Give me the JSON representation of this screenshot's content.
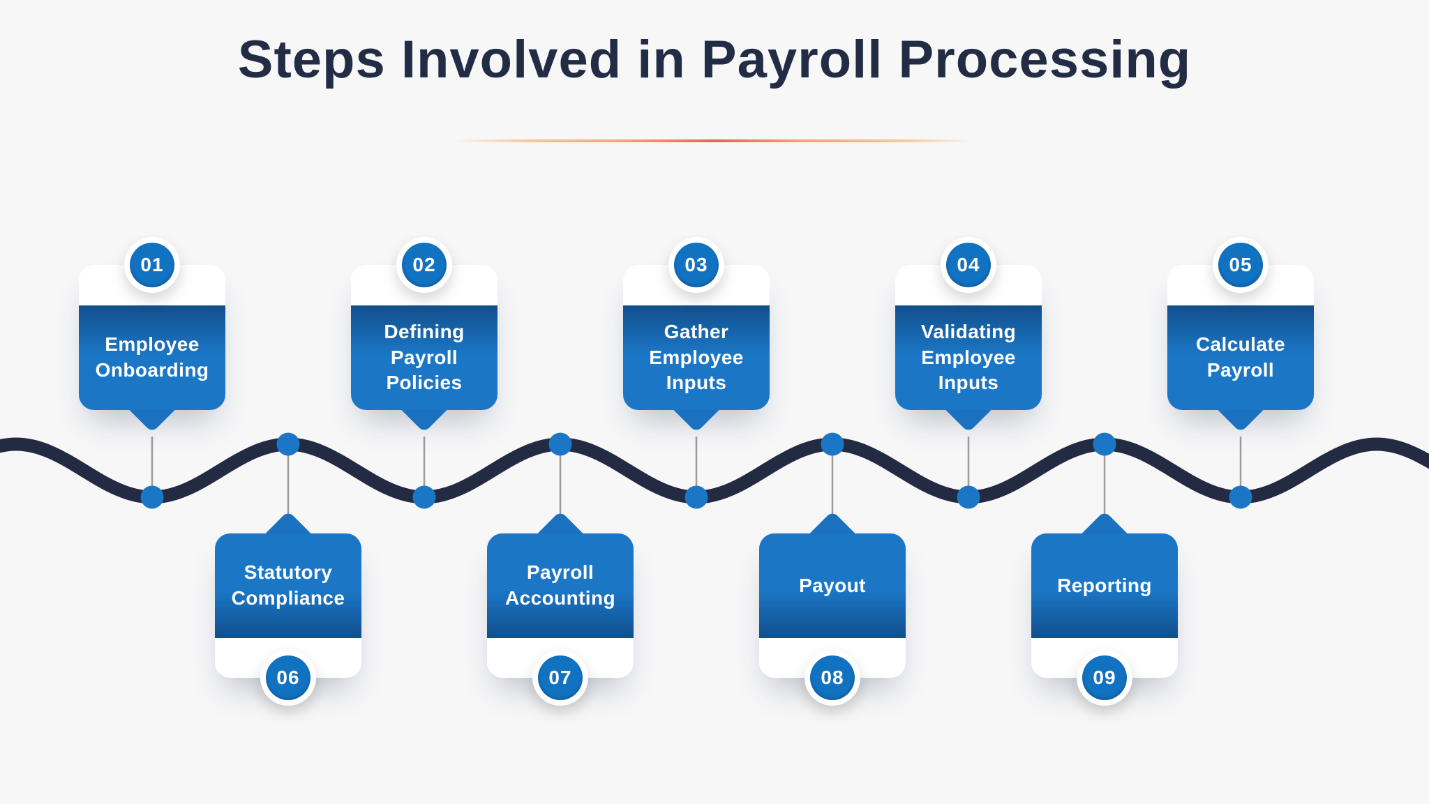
{
  "title": "Steps Involved in Payroll Processing",
  "steps": [
    {
      "number": "01",
      "label": "Employee Onboarding",
      "side": "top"
    },
    {
      "number": "02",
      "label": "Defining Payroll Policies",
      "side": "top"
    },
    {
      "number": "03",
      "label": "Gather Employee Inputs",
      "side": "top"
    },
    {
      "number": "04",
      "label": "Validating Employee Inputs",
      "side": "top"
    },
    {
      "number": "05",
      "label": "Calculate Payroll",
      "side": "top"
    },
    {
      "number": "06",
      "label": "Statutory Compliance",
      "side": "bottom"
    },
    {
      "number": "07",
      "label": "Payroll Accounting",
      "side": "bottom"
    },
    {
      "number": "08",
      "label": "Payout",
      "side": "bottom"
    },
    {
      "number": "09",
      "label": "Reporting",
      "side": "bottom"
    }
  ],
  "colors": {
    "background": "#f7f7f8",
    "title_navy": "#222c44",
    "timeline_navy": "#222b42",
    "card_blue": "#1b77c6",
    "card_blue_dark": "#114f8d",
    "badge_blue": "#1272c2",
    "node_blue": "#1c76c6",
    "connector_gray": "#9c9c9c",
    "divider_orange": "#f3a879",
    "divider_red": "#ef6058"
  }
}
